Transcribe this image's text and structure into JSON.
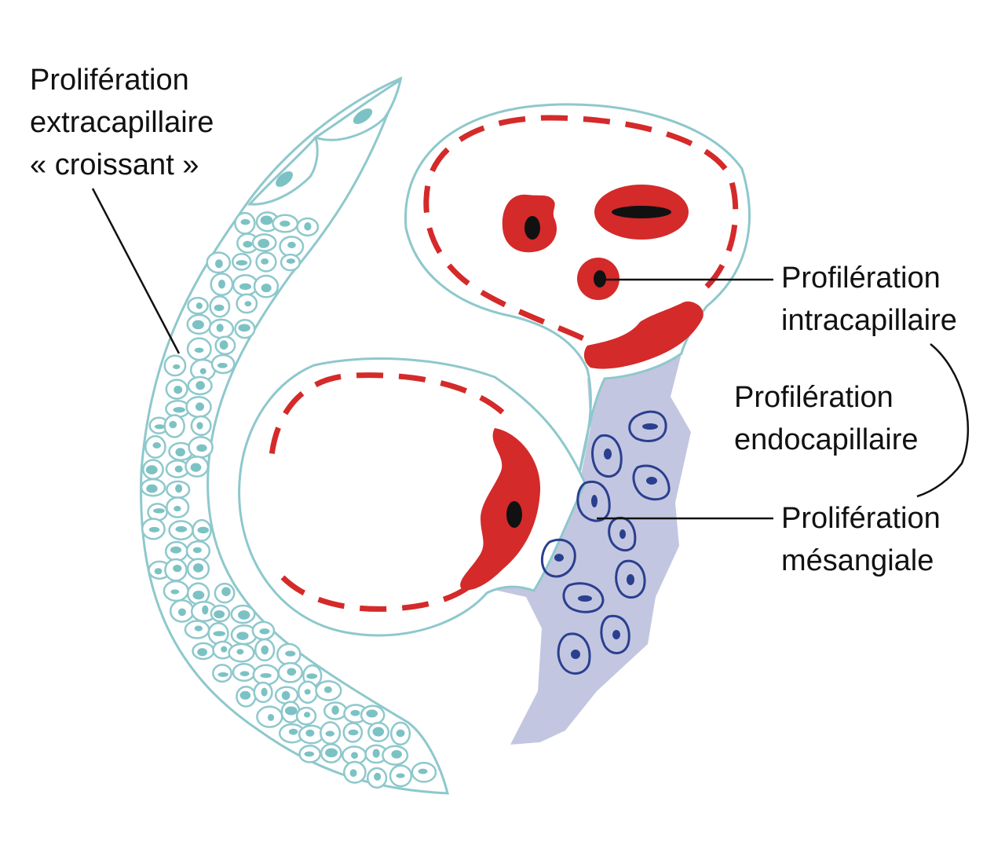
{
  "labels": {
    "extracapillary": {
      "line1": "Prolifération",
      "line2": "extracapillaire",
      "line3": "« croissant »"
    },
    "intracapillary": {
      "line1": "Profilération",
      "line2": "intracapillaire"
    },
    "endocapillary": {
      "line1": "Profilération",
      "line2": "endocapillaire"
    },
    "mesangial": {
      "line1": "Prolifération",
      "line2": "mésangiale"
    }
  },
  "colors": {
    "outline": "#8ec8cc",
    "cell_nucleus": "#7cc2c4",
    "blood": "#d42a2a",
    "mesangium_fill": "#c3c6e0",
    "mesangial_cell": "#2a3f8f",
    "leader_line": "#111111"
  }
}
